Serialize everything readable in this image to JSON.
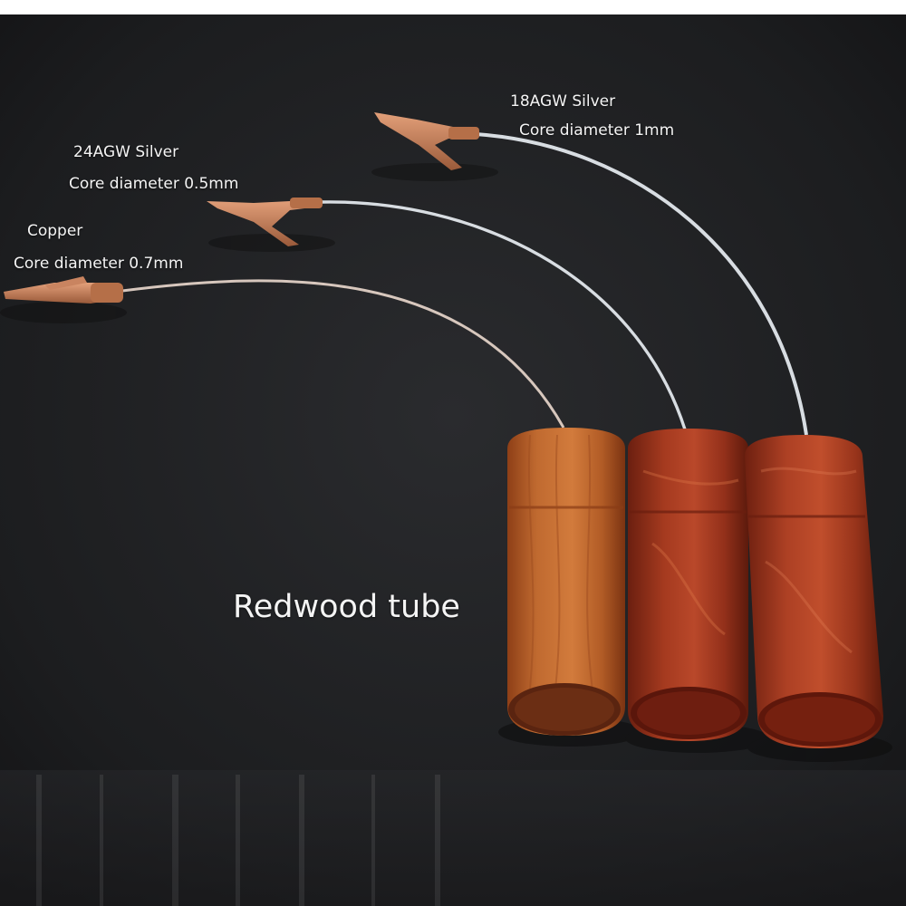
{
  "labels": {
    "silver18_line1": "18AGW Silver",
    "silver18_line2": "Core diameter 1mm",
    "silver24_line1": "24AGW Silver",
    "silver24_line2": "Core diameter 0.5mm",
    "copper_line1": "Copper",
    "copper_line2": "Core diameter 0.7mm",
    "tube": "Redwood tube"
  },
  "colors": {
    "background": "#1c1c1e",
    "border": "#ffffff",
    "clip_copper": "#c9805a",
    "wire_silver": "#d8dde2",
    "wire_copper": "#d7c7bd",
    "wood_light": "#c8692e",
    "wood_red": "#a93a1f"
  }
}
